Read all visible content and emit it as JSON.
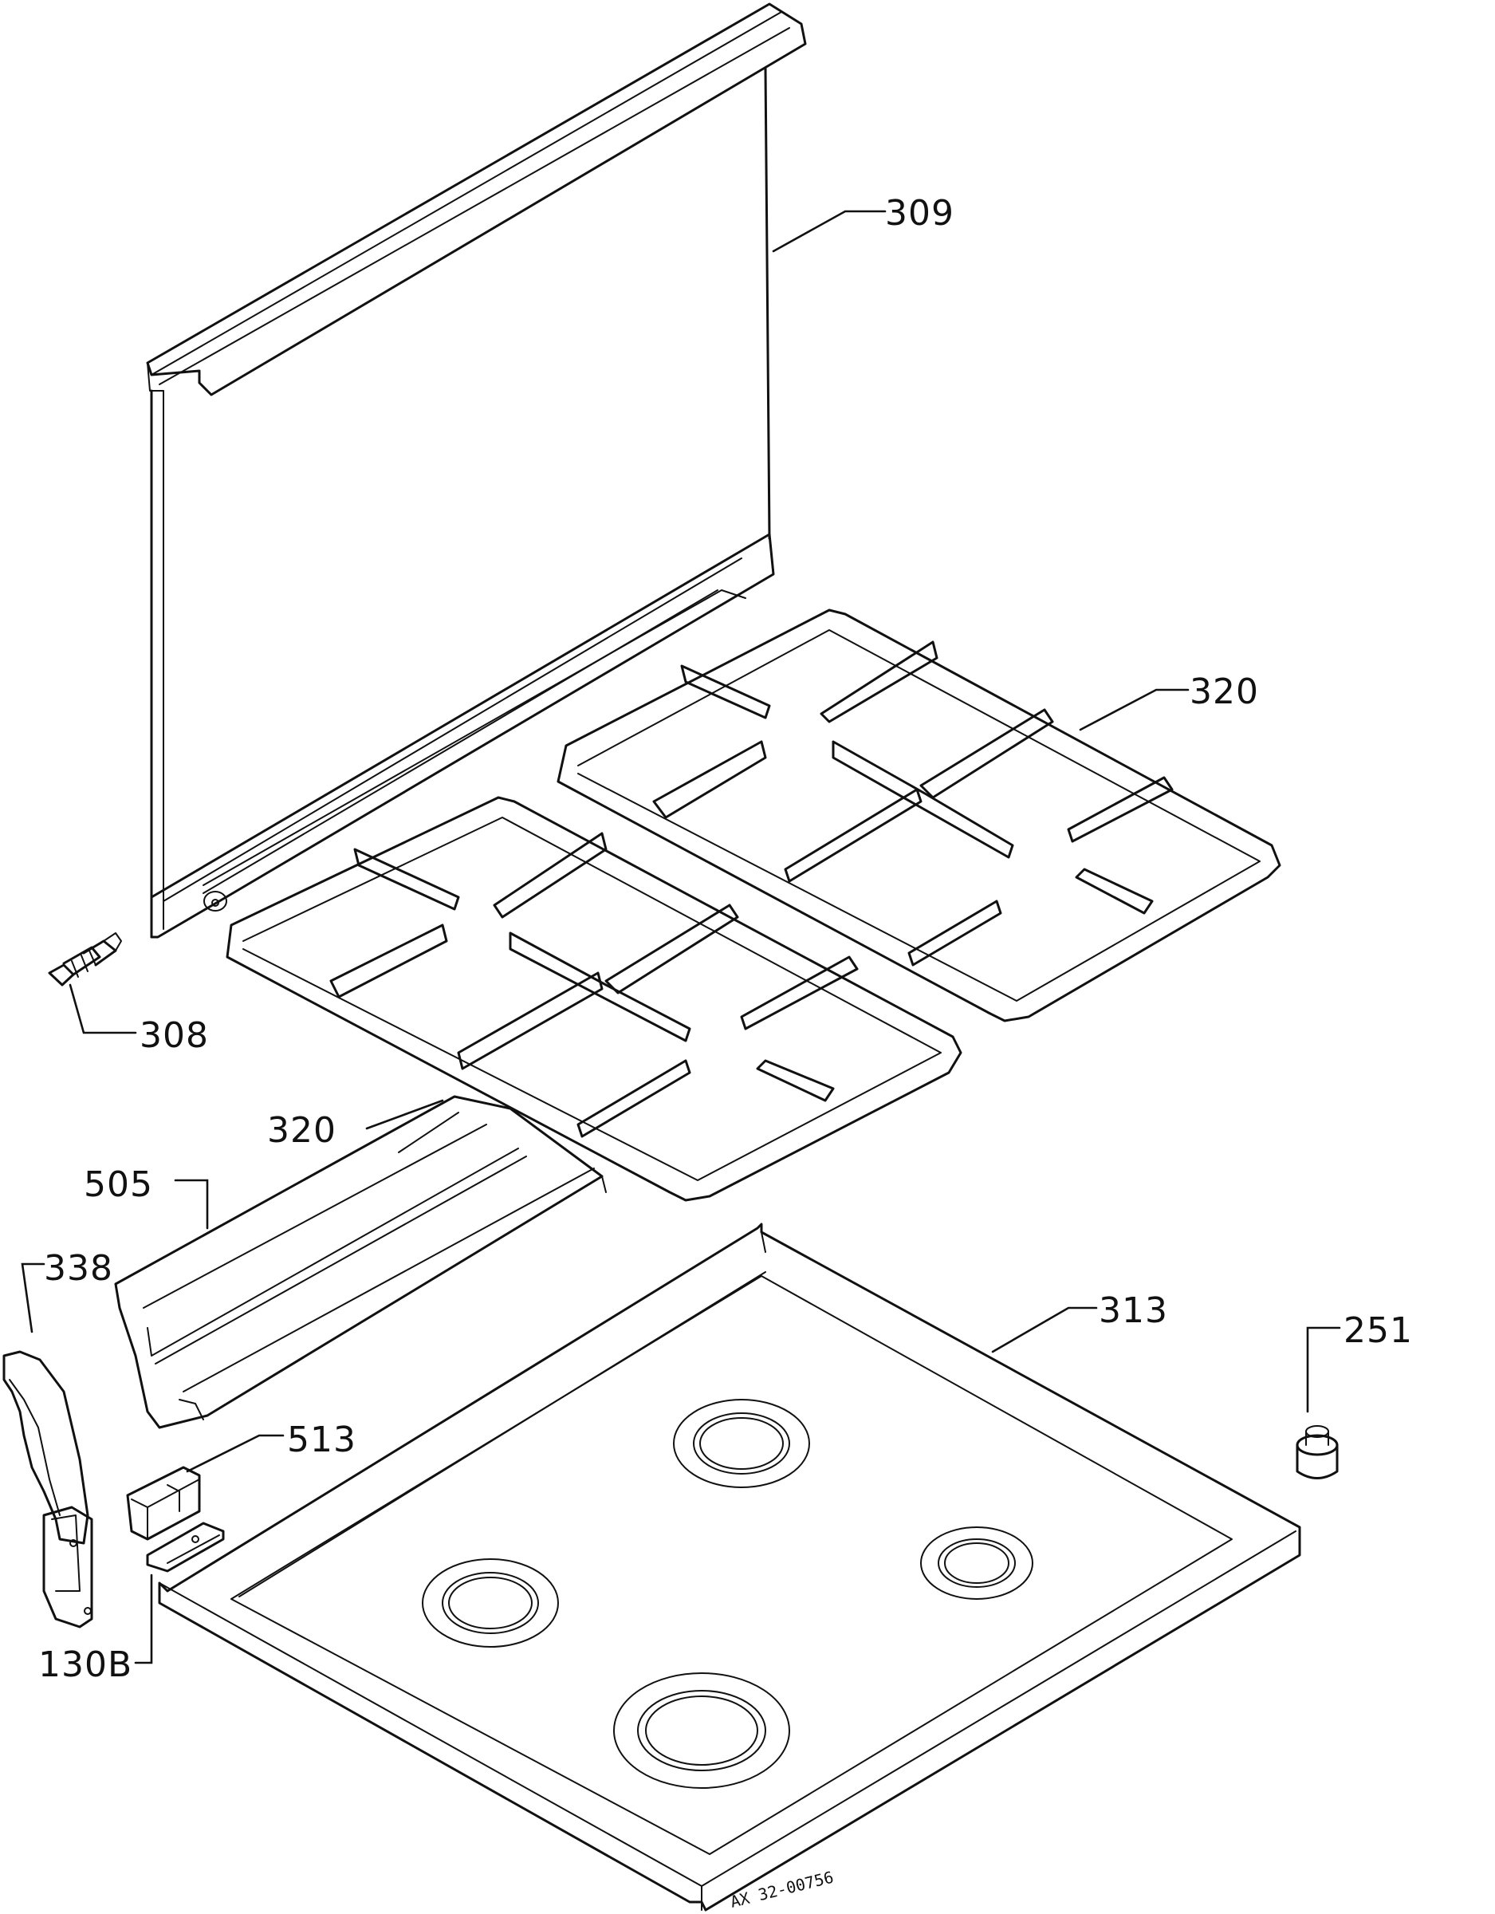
{
  "labels": {
    "p309": "309",
    "p320_right": "320",
    "p308": "308",
    "p320_left": "320",
    "p505": "505",
    "p338": "338",
    "p313": "313",
    "p251": "251",
    "p513": "513",
    "p130b": "130B"
  },
  "drawing_number": "AX 32-00756"
}
